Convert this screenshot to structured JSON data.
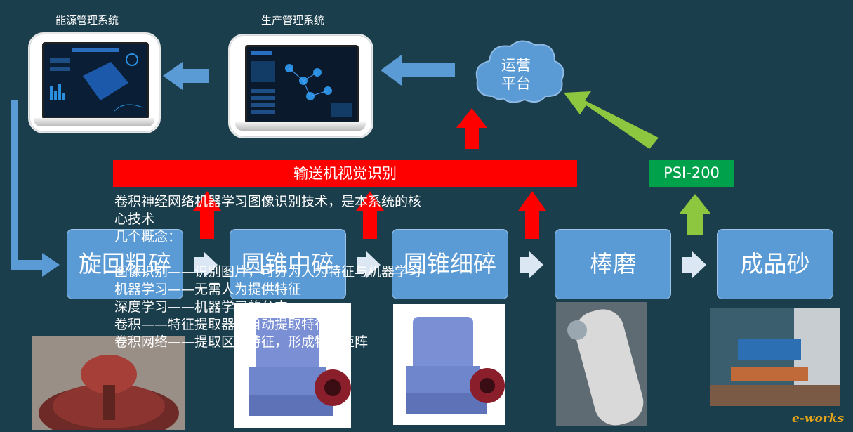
{
  "systems": {
    "energy_label": "能源管理系统",
    "production_label": "生产管理系统"
  },
  "cloud": {
    "line1": "运营",
    "line2": "平台"
  },
  "vision_bar": "输送机视觉识别",
  "psi": "PSI-200",
  "stages": [
    "旋回粗碎",
    "圆锥中碎",
    "圆锥细碎",
    "棒磨",
    "成品砂"
  ],
  "overlay": {
    "line1": "卷积神经网络机器学习图像识别技术，是本系统的核",
    "line2": "心技术",
    "line3": "几个概念：",
    "line4": "图像识别——识别图片，可分为人为特征与机器学习",
    "line5": "机器学习——无需人为提供特征",
    "line6": "深度学习——机器学习的分支",
    "line7": "卷积——特征提取器，自动提取特征",
    "line8": "卷积网络——提取区域特征，形成特征矩阵"
  },
  "watermark": "e-works",
  "colors": {
    "background": "#1b3e4c",
    "stage": "#5b9bd5",
    "red": "#ff0000",
    "green": "#00a14b",
    "light_green": "#8dc63f",
    "blue_arrow": "#5b9bd5"
  },
  "icons": [
    "laptop-icon",
    "cloud-icon",
    "arrow-icon"
  ]
}
